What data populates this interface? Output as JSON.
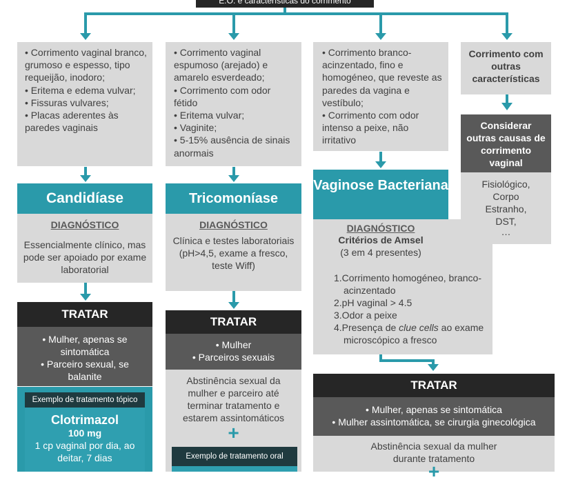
{
  "header": {
    "title": "E.O. e características do corrimento"
  },
  "columns": [
    {
      "id": "candidiase",
      "symptoms": [
        "• Corrimento vaginal branco, grumoso e espesso, tipo requeijão, inodoro;",
        "• Eritema e edema vulvar;",
        "• Fissuras vulvares;",
        "• Placas aderentes às paredes vaginais"
      ],
      "name": "Candidíase",
      "diagnosis_label": "DIAGNÓSTICO",
      "diagnosis_text": "Essencialmente clínico, mas pode ser apoiado por exame laboratorial",
      "treat_label": "TRATAR",
      "treat_items": [
        "• Mulher, apenas se sintomática",
        "• Parceiro sexual, se balanite"
      ],
      "example_label": "Exemplo de tratamento tópico",
      "drug": "Clotrimazol",
      "dose": "100 mg",
      "posology": "1 cp vaginal por dia, ao deitar, 7 dias"
    },
    {
      "id": "tricomoniase",
      "symptoms": [
        "• Corrimento vaginal espumoso (arejado) e amarelo esverdeado;",
        "• Corrimento com odor fétido",
        "• Eritema vulvar;",
        "• Vaginite;",
        "• 5-15% ausência de sinais anormais"
      ],
      "name": "Tricomoníase",
      "diagnosis_label": "DIAGNÓSTICO",
      "diagnosis_text": "Clínica e testes laboratoriais (pH>4,5, exame a fresco, teste Wiff)",
      "treat_label": "TRATAR",
      "treat_items": [
        "• Mulher",
        "• Parceiros sexuais"
      ],
      "abstinence": "Abstinência sexual da mulher e parceiro até terminar tratamento e estarem assintomáticos",
      "plus": "+",
      "example_label": "Exemplo de tratamento oral"
    },
    {
      "id": "vaginose",
      "symptoms": [
        "• Corrimento branco-acinzentado, fino e homogéneo, que reveste as paredes da vagina e vestíbulo;",
        "• Corrimento com odor intenso a peixe, não irritativo"
      ],
      "name": "Vaginose Bacteriana",
      "diagnosis_label": "DIAGNÓSTICO",
      "criteria_title": "Critérios de Amsel",
      "criteria_sub": "(3 em 4 presentes)",
      "criteria": [
        {
          "text": "1.Corrimento homogéneo, branco-acinzentado"
        },
        {
          "text": "2.pH vaginal > 4.5"
        },
        {
          "text": "3.Odor a peixe"
        },
        {
          "pre": "4.Presença de ",
          "em": "clue cells",
          "post": " ao exame microscópico a fresco"
        }
      ],
      "treat_label": "TRATAR",
      "treat_items": [
        "• Mulher, apenas se sintomática",
        "• Mulher assintomática, se cirurgia ginecológica"
      ],
      "abstinence": "Abstinência sexual da mulher durante tratamento",
      "plus": "+"
    },
    {
      "id": "outras",
      "title": "Corrimento com outras características",
      "consider": "Considerar outras causas de corrimento vaginal",
      "causes": [
        "Fisiológico,",
        "Corpo",
        "Estranho,",
        "DST,",
        "…"
      ]
    }
  ],
  "colors": {
    "teal": "#2a9aaa",
    "dark": "#262626",
    "gray": "#d9d9d9",
    "darkgray": "#595959"
  }
}
